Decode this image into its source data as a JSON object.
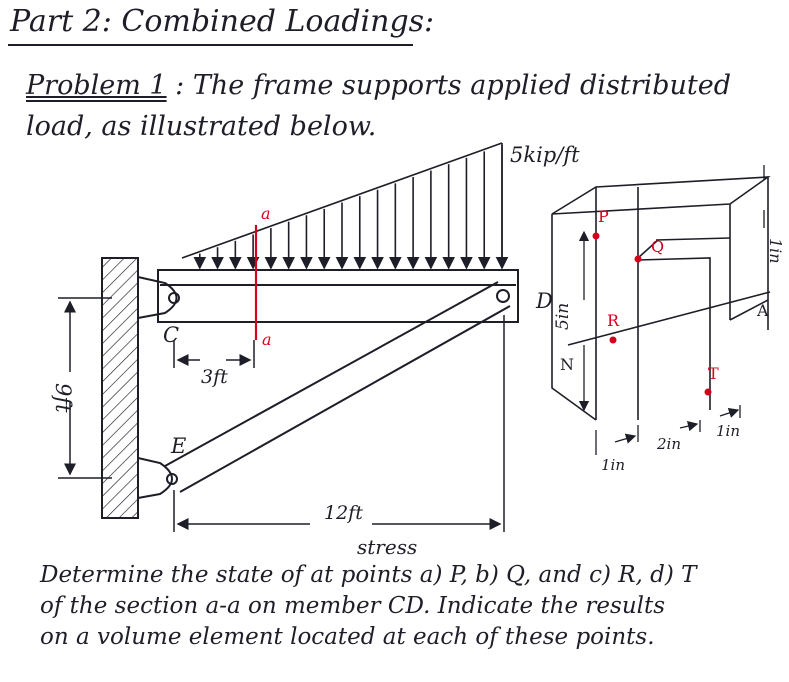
{
  "header": {
    "title": "Part 2: Combined Loadings:"
  },
  "problem": {
    "label": "Problem 1",
    "separator": " : ",
    "statement_line1": "The frame supports applied distributed",
    "statement_line2": "load, as illustrated below."
  },
  "figure": {
    "load_label": "5kip/ft",
    "section_label_top": "a",
    "section_label_bottom": "a",
    "point_C": "C",
    "point_D": "D",
    "point_E": "E",
    "dim_3ft": "3ft",
    "dim_9ft": "9ft",
    "dim_12ft": "12ft",
    "colors": {
      "ink": "#1e1e28",
      "highlight": "#d6001c"
    }
  },
  "cross_section": {
    "point_P": "P",
    "point_Q": "Q",
    "point_R": "R",
    "point_T": "T",
    "axis_N": "N",
    "axis_A": "A",
    "dim_height": "5in",
    "dim_top": "1in",
    "dim_left": "1in",
    "dim_middle": "2in",
    "dim_right": "1in"
  },
  "question": {
    "stress_insert": "stress",
    "line1": "Determine the state of at points a) P, b) Q, and c) R, d) T",
    "line2": "of the section a-a on member CD. Indicate the results",
    "line3": "on a volume element located at each of these points."
  }
}
